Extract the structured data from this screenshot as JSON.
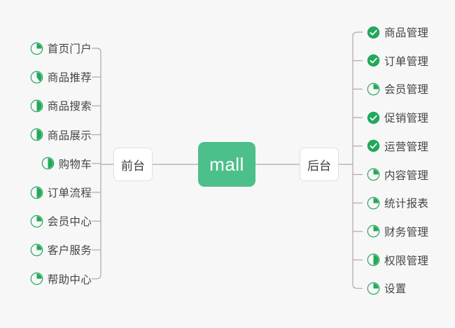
{
  "diagram": {
    "type": "mindmap",
    "title": "mall",
    "background_color": "#f7f7f7",
    "accent_color": "#4cbf8b",
    "icon_color": "#22a85c",
    "connector_color": "#aaaaaa",
    "text_color": "#454545"
  },
  "center": {
    "label": "mall"
  },
  "branches": [
    {
      "id": "frontend",
      "label": "前台",
      "side": "left",
      "items": [
        {
          "label": "首页门户",
          "icon": "pie-progress-icon",
          "progress": 25,
          "status": "in-progress"
        },
        {
          "label": "商品推荐",
          "icon": "pie-progress-icon",
          "progress": 40,
          "status": "in-progress"
        },
        {
          "label": "商品搜索",
          "icon": "pie-progress-icon",
          "progress": 50,
          "status": "in-progress"
        },
        {
          "label": "商品展示",
          "icon": "pie-progress-icon",
          "progress": 50,
          "status": "in-progress"
        },
        {
          "label": "购物车",
          "icon": "pie-progress-icon",
          "progress": 50,
          "status": "in-progress"
        },
        {
          "label": "订单流程",
          "icon": "pie-progress-icon",
          "progress": 50,
          "status": "in-progress"
        },
        {
          "label": "会员中心",
          "icon": "pie-progress-icon",
          "progress": 25,
          "status": "in-progress"
        },
        {
          "label": "客户服务",
          "icon": "pie-progress-icon",
          "progress": 25,
          "status": "in-progress"
        },
        {
          "label": "帮助中心",
          "icon": "pie-progress-icon",
          "progress": 25,
          "status": "in-progress"
        }
      ]
    },
    {
      "id": "backend",
      "label": "后台",
      "side": "right",
      "items": [
        {
          "label": "商品管理",
          "icon": "check-circle-icon",
          "progress": 100,
          "status": "done"
        },
        {
          "label": "订单管理",
          "icon": "check-circle-icon",
          "progress": 100,
          "status": "done"
        },
        {
          "label": "会员管理",
          "icon": "pie-progress-icon",
          "progress": 25,
          "status": "in-progress"
        },
        {
          "label": "促销管理",
          "icon": "check-circle-icon",
          "progress": 100,
          "status": "done"
        },
        {
          "label": "运营管理",
          "icon": "check-circle-icon",
          "progress": 100,
          "status": "done"
        },
        {
          "label": "内容管理",
          "icon": "pie-progress-icon",
          "progress": 25,
          "status": "in-progress"
        },
        {
          "label": "统计报表",
          "icon": "pie-progress-icon",
          "progress": 25,
          "status": "in-progress"
        },
        {
          "label": "财务管理",
          "icon": "pie-progress-icon",
          "progress": 25,
          "status": "in-progress"
        },
        {
          "label": "权限管理",
          "icon": "pie-progress-icon",
          "progress": 50,
          "status": "in-progress"
        },
        {
          "label": "设置",
          "icon": "pie-progress-icon",
          "progress": 25,
          "status": "in-progress"
        }
      ]
    }
  ]
}
